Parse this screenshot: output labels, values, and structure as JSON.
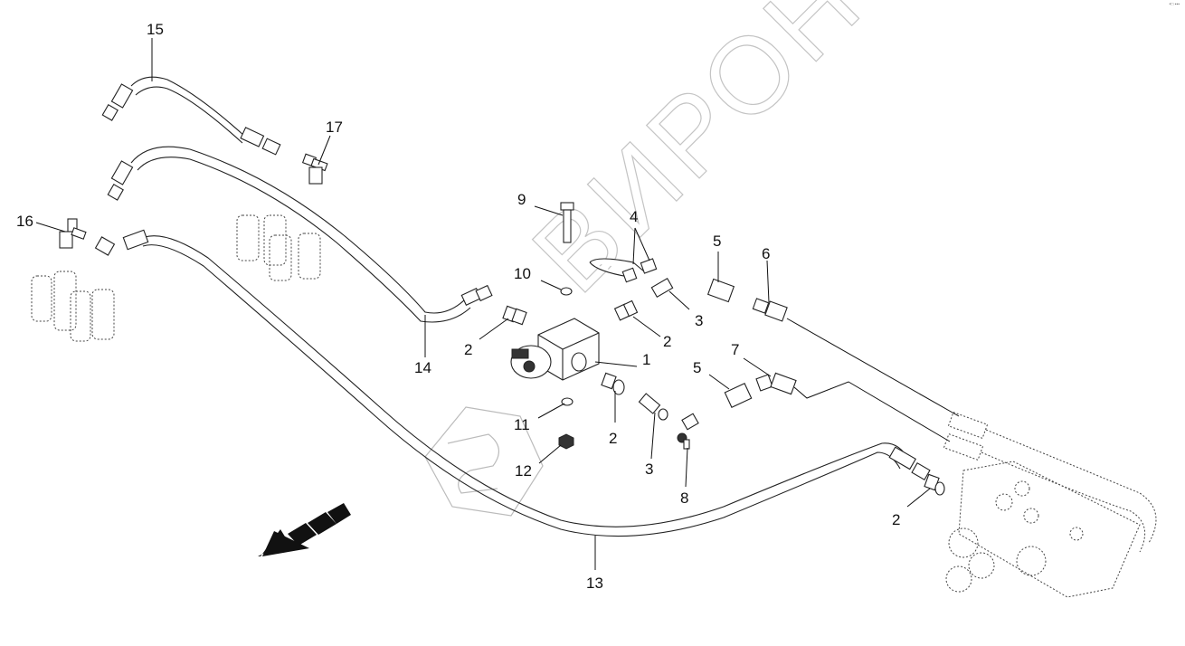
{
  "diagram": {
    "type": "exploded-parts-diagram",
    "subject": "hydraulic valve block, hoses and fittings",
    "watermark": "ВИРОН",
    "corner_mark": "•□ ▪▪▪",
    "direction_arrow": "forward-direction-arrow",
    "callouts": [
      {
        "id": "c1",
        "number": "1",
        "part": "valve block"
      },
      {
        "id": "c2a",
        "number": "2",
        "part": "adapter fitting"
      },
      {
        "id": "c2b",
        "number": "2",
        "part": "adapter fitting"
      },
      {
        "id": "c2c",
        "number": "2",
        "part": "adapter fitting"
      },
      {
        "id": "c2d",
        "number": "2",
        "part": "adapter fitting"
      },
      {
        "id": "c3a",
        "number": "3",
        "part": "swivel fitting"
      },
      {
        "id": "c3b",
        "number": "3",
        "part": "swivel fitting"
      },
      {
        "id": "c4",
        "number": "4",
        "part": "tube assembly"
      },
      {
        "id": "c5a",
        "number": "5",
        "part": "adapter"
      },
      {
        "id": "c5b",
        "number": "5",
        "part": "adapter"
      },
      {
        "id": "c6",
        "number": "6",
        "part": "tee fitting"
      },
      {
        "id": "c7",
        "number": "7",
        "part": "tee fitting"
      },
      {
        "id": "c8",
        "number": "8",
        "part": "elbow fitting"
      },
      {
        "id": "c9",
        "number": "9",
        "part": "bolt"
      },
      {
        "id": "c10",
        "number": "10",
        "part": "washer"
      },
      {
        "id": "c11",
        "number": "11",
        "part": "washer"
      },
      {
        "id": "c12",
        "number": "12",
        "part": "nut"
      },
      {
        "id": "c13",
        "number": "13",
        "part": "hose"
      },
      {
        "id": "c14",
        "number": "14",
        "part": "hose"
      },
      {
        "id": "c15",
        "number": "15",
        "part": "hose"
      },
      {
        "id": "c16",
        "number": "16",
        "part": "tee fitting"
      },
      {
        "id": "c17",
        "number": "17",
        "part": "tee fitting"
      }
    ]
  }
}
